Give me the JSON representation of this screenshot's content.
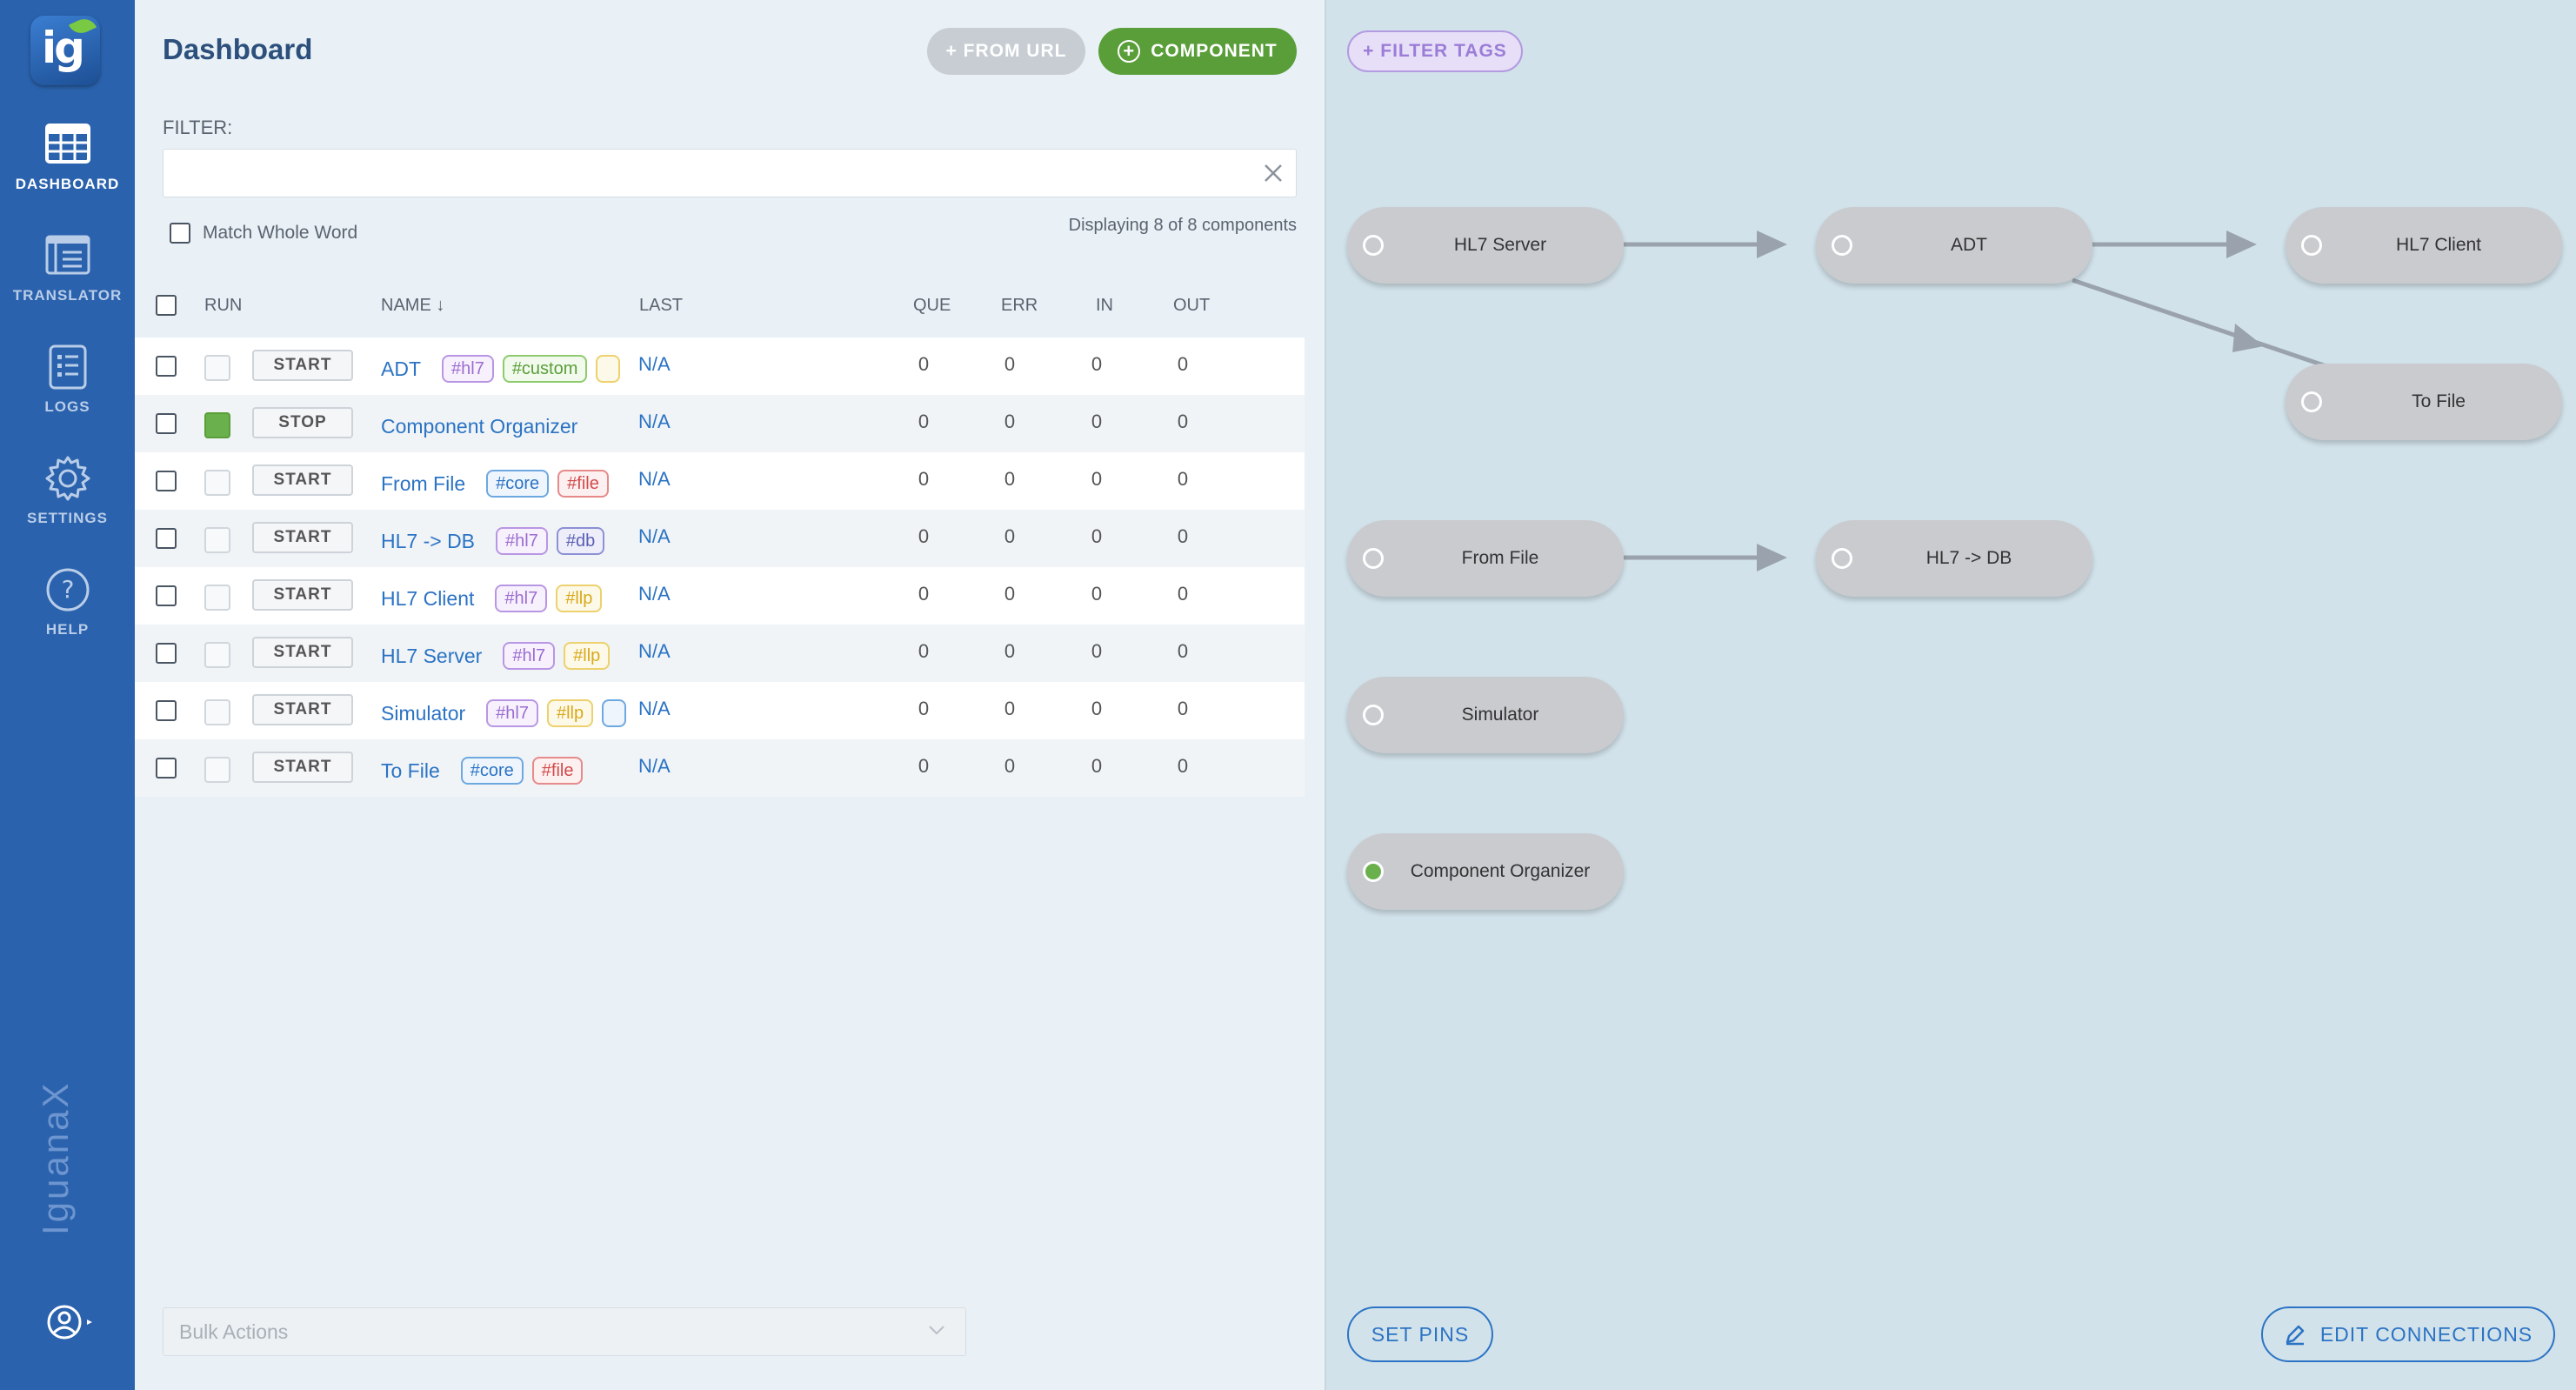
{
  "sidebar": {
    "logo_text": "ig",
    "items": [
      {
        "label": "DASHBOARD",
        "icon": "dashboard-table-icon",
        "active": true
      },
      {
        "label": "TRANSLATOR",
        "icon": "translator-icon",
        "active": false
      },
      {
        "label": "LOGS",
        "icon": "logs-icon",
        "active": false
      },
      {
        "label": "SETTINGS",
        "icon": "gear-icon",
        "active": false
      },
      {
        "label": "HELP",
        "icon": "help-icon",
        "active": false
      }
    ],
    "brand": "IguanaX",
    "user_icon": "user-account-icon"
  },
  "header": {
    "title": "Dashboard",
    "from_url_label": "+ FROM URL",
    "component_label": "COMPONENT"
  },
  "filter": {
    "label": "FILTER:",
    "value": "",
    "match_whole_word_label": "Match Whole Word",
    "displaying_text": "Displaying 8 of 8 components"
  },
  "table": {
    "columns": [
      "RUN",
      "NAME ↓",
      "LAST",
      "QUE",
      "ERR",
      "IN",
      "OUT"
    ],
    "rows": [
      {
        "run": "START",
        "running": false,
        "name": "ADT",
        "tags": [
          "#hl7",
          "#custom"
        ],
        "last": "N/A",
        "que": "0",
        "err": "0",
        "in": "0",
        "out": "0"
      },
      {
        "run": "STOP",
        "running": true,
        "name": "Component Organizer",
        "tags": [],
        "last": "N/A",
        "que": "0",
        "err": "0",
        "in": "0",
        "out": "0"
      },
      {
        "run": "START",
        "running": false,
        "name": "From File",
        "tags": [
          "#core",
          "#file"
        ],
        "last": "N/A",
        "que": "0",
        "err": "0",
        "in": "0",
        "out": "0"
      },
      {
        "run": "START",
        "running": false,
        "name": "HL7 -> DB",
        "tags": [
          "#hl7",
          "#db"
        ],
        "last": "N/A",
        "que": "0",
        "err": "0",
        "in": "0",
        "out": "0"
      },
      {
        "run": "START",
        "running": false,
        "name": "HL7 Client",
        "tags": [
          "#hl7",
          "#llp"
        ],
        "last": "N/A",
        "que": "0",
        "err": "0",
        "in": "0",
        "out": "0"
      },
      {
        "run": "START",
        "running": false,
        "name": "HL7 Server",
        "tags": [
          "#hl7",
          "#llp"
        ],
        "last": "N/A",
        "que": "0",
        "err": "0",
        "in": "0",
        "out": "0"
      },
      {
        "run": "START",
        "running": false,
        "name": "Simulator",
        "tags": [
          "#hl7",
          "#llp"
        ],
        "last": "N/A",
        "que": "0",
        "err": "0",
        "in": "0",
        "out": "0"
      },
      {
        "run": "START",
        "running": false,
        "name": "To File",
        "tags": [
          "#core",
          "#file"
        ],
        "last": "N/A",
        "que": "0",
        "err": "0",
        "in": "0",
        "out": "0"
      }
    ]
  },
  "bulk_actions": {
    "placeholder": "Bulk Actions"
  },
  "graph": {
    "filter_tags_label": "+ FILTER TAGS",
    "nodes": [
      {
        "id": "hl7server",
        "label": "HL7 Server",
        "running": false
      },
      {
        "id": "adt",
        "label": "ADT",
        "running": false
      },
      {
        "id": "hl7client",
        "label": "HL7 Client",
        "running": false
      },
      {
        "id": "tofile",
        "label": "To File",
        "running": false
      },
      {
        "id": "fromfile",
        "label": "From File",
        "running": false
      },
      {
        "id": "hl7db",
        "label": "HL7 -> DB",
        "running": false
      },
      {
        "id": "simulator",
        "label": "Simulator",
        "running": false
      },
      {
        "id": "organizer",
        "label": "Component Organizer",
        "running": true
      }
    ],
    "edges": [
      {
        "from": "HL7 Server",
        "to": "ADT"
      },
      {
        "from": "ADT",
        "to": "HL7 Client"
      },
      {
        "from": "ADT",
        "to": "To File"
      },
      {
        "from": "From File",
        "to": "HL7 -> DB"
      }
    ],
    "set_pins_label": "SET PINS",
    "edit_connections_label": "EDIT CONNECTIONS"
  },
  "colors": {
    "sidebar": "#2a62ad",
    "accent_green": "#5a9e3a",
    "link_blue": "#2b73c4",
    "graph_bg": "#d2e2ea"
  }
}
